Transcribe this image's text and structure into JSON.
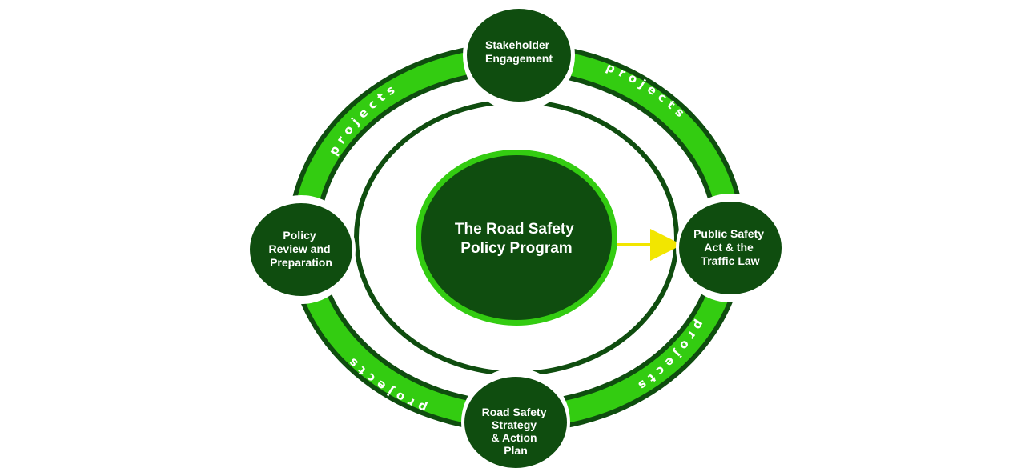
{
  "diagram": {
    "center": {
      "lines": [
        "The Road Safety",
        "Policy Program"
      ]
    },
    "ring_label": "projects",
    "nodes": {
      "top": [
        "Stakeholder",
        "Engagement"
      ],
      "left": [
        "Policy",
        "Review and",
        "Preparation"
      ],
      "right": [
        "Public Safety",
        "Act & the",
        "Traffic Law"
      ],
      "bottom": [
        "Road Safety",
        "Strategy",
        "& Action",
        "Plan"
      ]
    },
    "colors": {
      "dark_green": "#0f4d0f",
      "bright_green": "#33cc11",
      "arrow_yellow": "#f2e600",
      "white": "#ffffff"
    }
  }
}
